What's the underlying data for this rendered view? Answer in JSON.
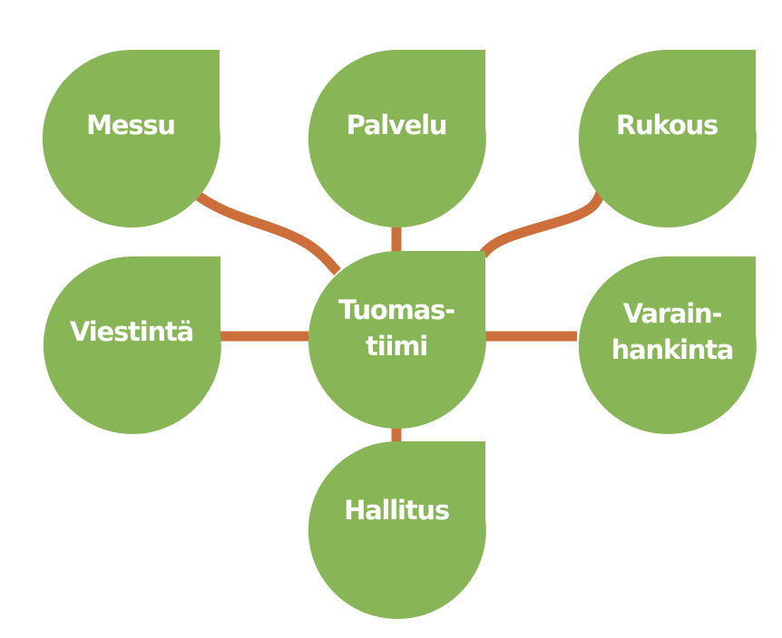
{
  "nodes": {
    "center": {
      "line1": "Tuomas-",
      "line2": "tiimi"
    },
    "messu": {
      "label": "Messu"
    },
    "palvelu": {
      "label": "Palvelu"
    },
    "rukous": {
      "label": "Rukous"
    },
    "viestinta": {
      "label": "Viestintä"
    },
    "varainhankinta": {
      "line1": "Varain-",
      "line2": "hankinta"
    },
    "hallitus": {
      "label": "Hallitus"
    }
  },
  "colors": {
    "leaf": "#88b657",
    "branch": "#cc6f3b",
    "text": "#ffffff"
  }
}
